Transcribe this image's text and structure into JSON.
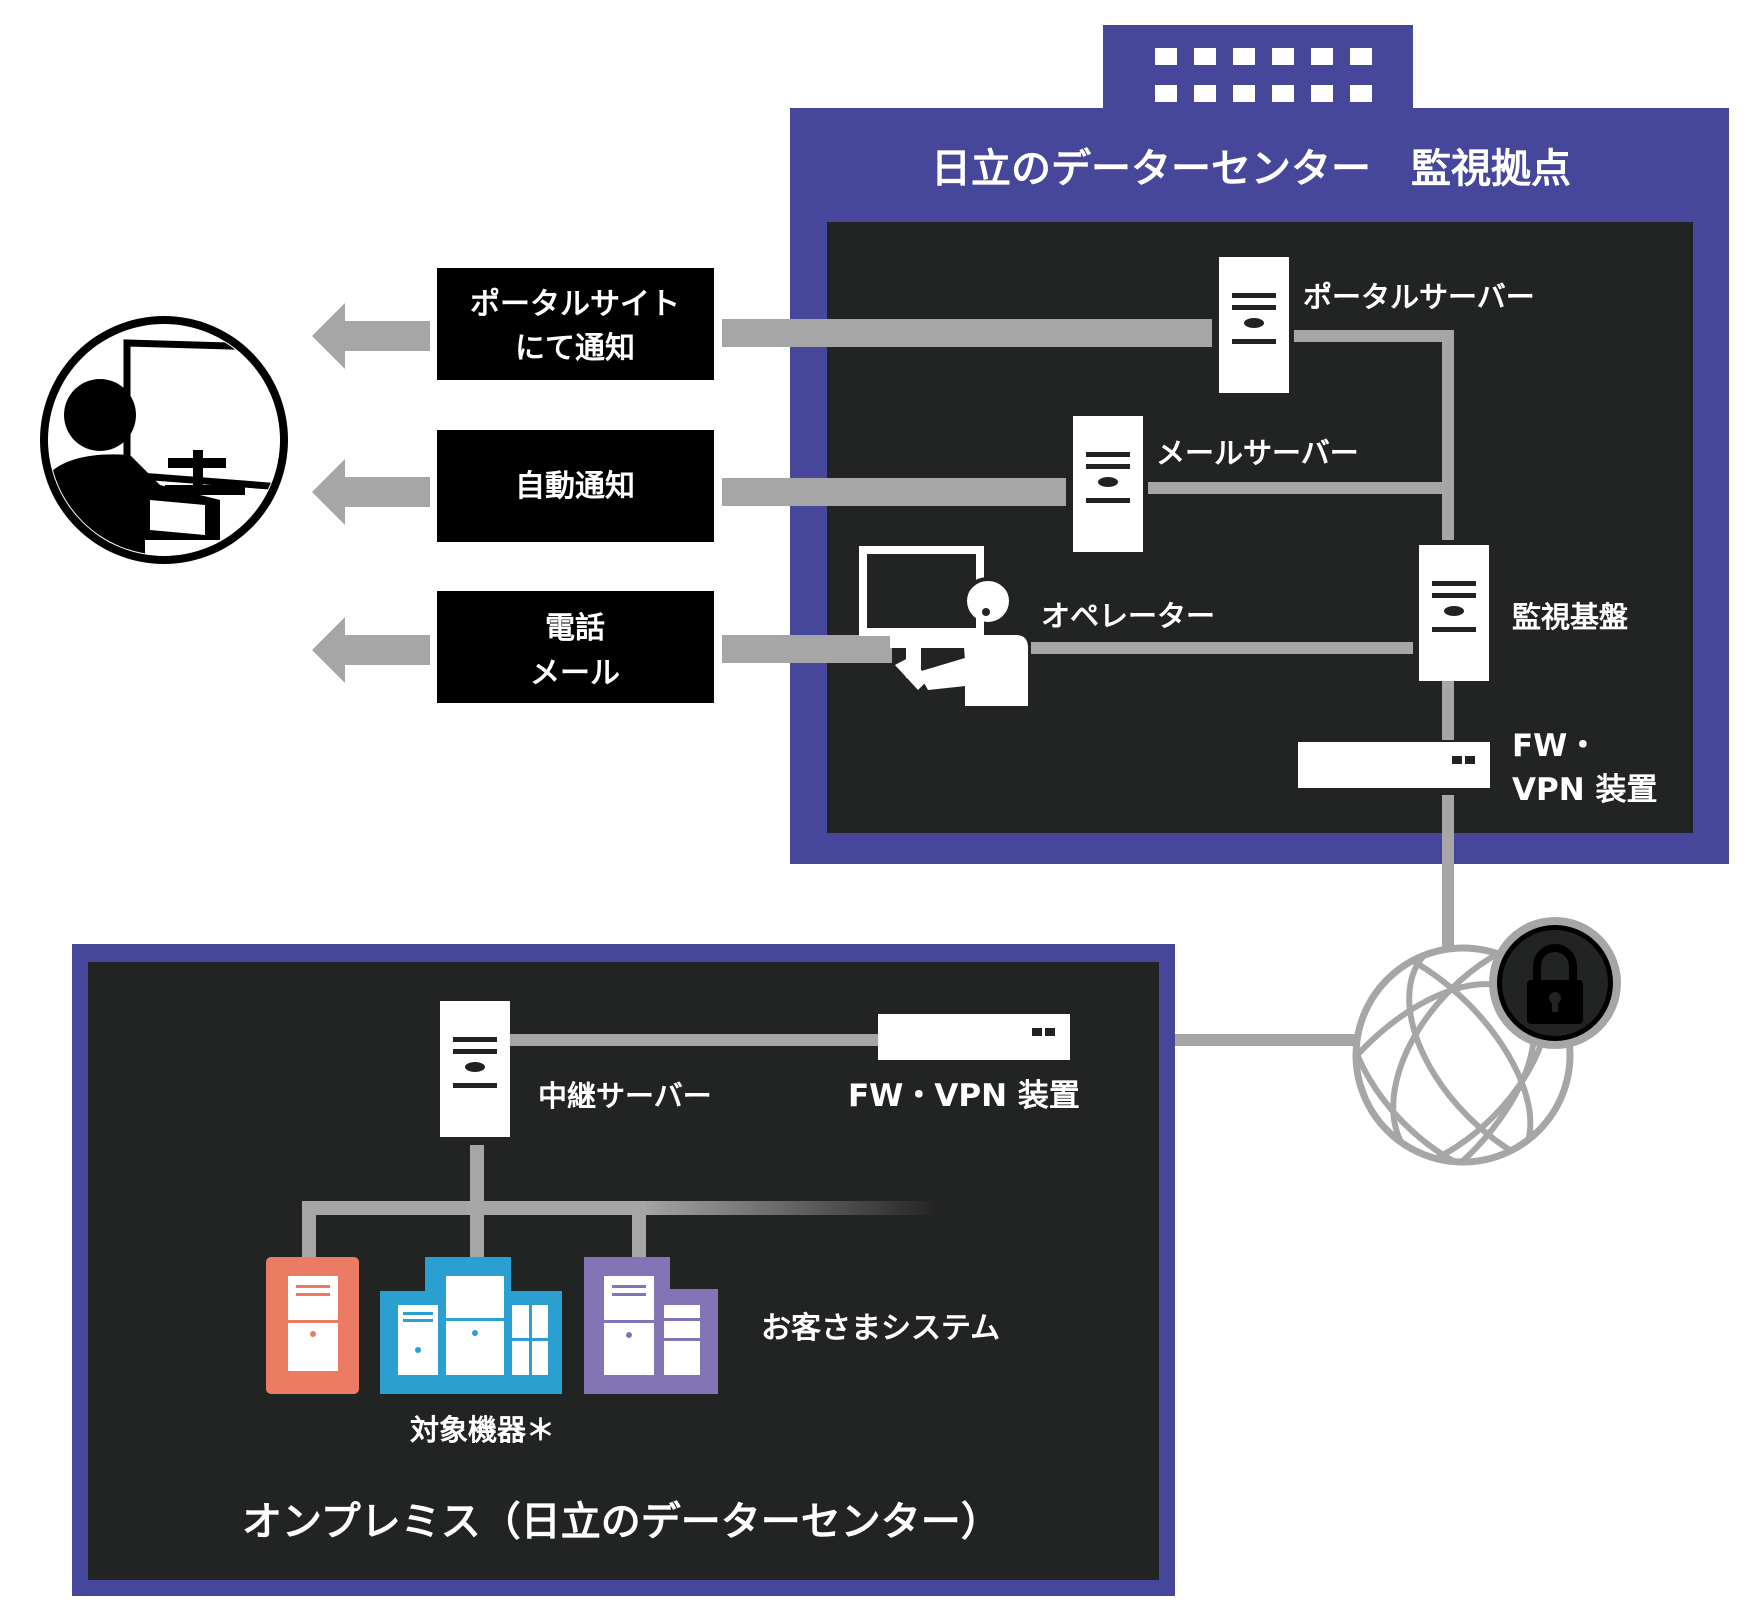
{
  "colors": {
    "frame": "#46469a",
    "panel": "#222323",
    "line": "#a6a6a6",
    "white": "#ffffff",
    "black": "#000000",
    "device_coral": "#ec7b63",
    "device_blue": "#2b9fcf",
    "device_purple": "#8374b5"
  },
  "datacenter": {
    "title": "日立のデーターセンター　監視拠点",
    "portal_server": "ポータルサーバー",
    "mail_server": "メールサーバー",
    "operator": "オペレーター",
    "monitoring_platform": "監視基盤",
    "fw_vpn_line1": "FW・",
    "fw_vpn_line2": "VPN 装置"
  },
  "notifications": [
    {
      "line1": "ポータルサイト",
      "line2": "にて通知"
    },
    {
      "line1": "自動通知",
      "line2": ""
    },
    {
      "line1": "電話",
      "line2": "メール"
    }
  ],
  "onprem": {
    "title": "オンプレミス（日立のデーターセンター）",
    "relay_server": "中継サーバー",
    "fw_vpn": "FW・VPN 装置",
    "customer_system": "お客さまシステム",
    "target_devices": "対象機器＊"
  },
  "icons": {
    "customer": "customer-at-computer-icon",
    "building": "building-icon",
    "globe": "internet-globe-icon",
    "lock": "padlock-icon",
    "operator": "operator-headset-icon",
    "server": "server-icon",
    "network_appliance": "network-appliance-icon"
  }
}
